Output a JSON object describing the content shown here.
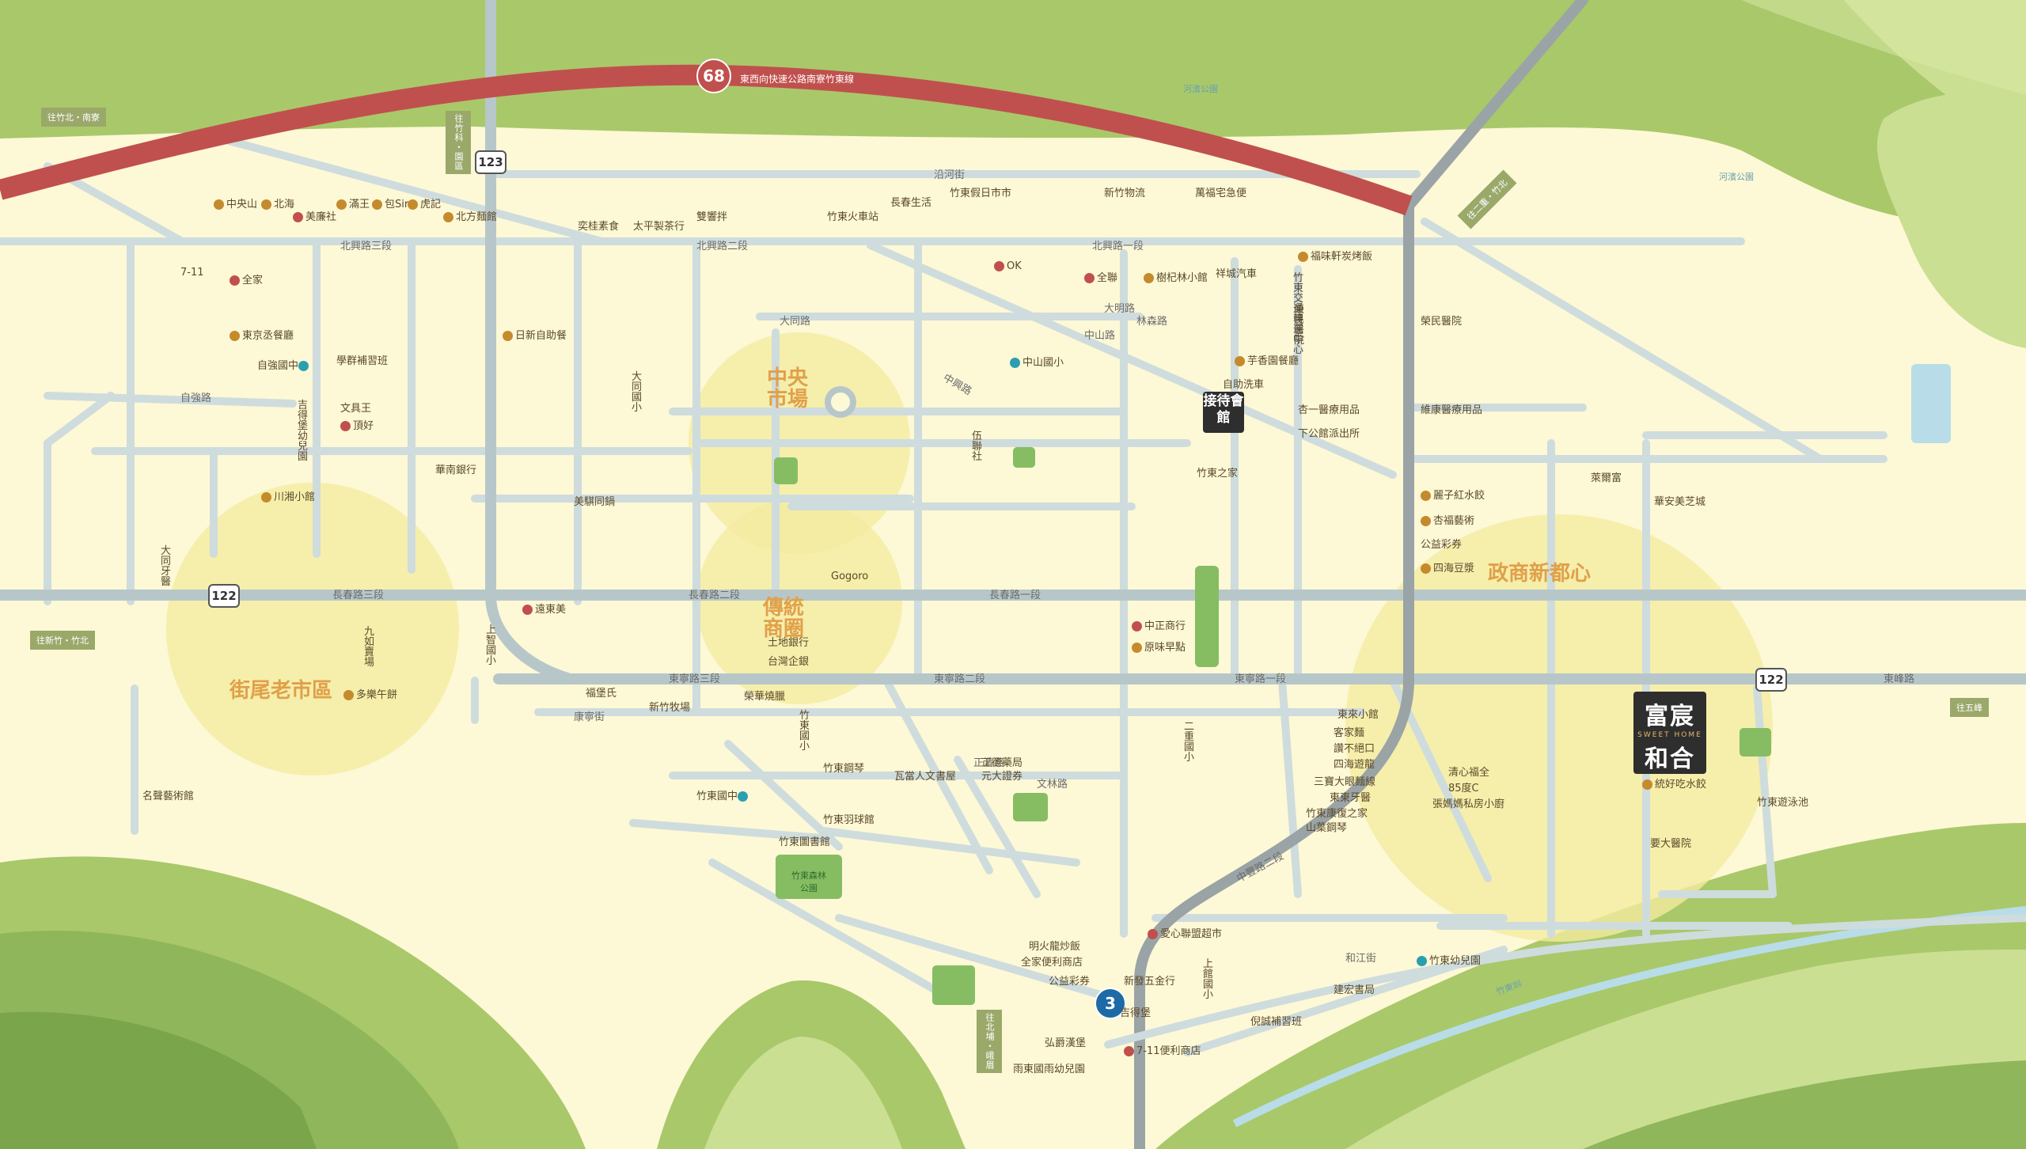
{
  "colors": {
    "background": "#fdf8d6",
    "mountain": "#a9c86a",
    "highway": "#c0504d",
    "road": "#c9d6d8",
    "river": "#9fd0df",
    "zone": "#f4eba0",
    "brand": "#2e2e2e"
  },
  "highway": {
    "number_68": "68",
    "name_68": "東西向快速公路南寮竹東線",
    "number_3": "3",
    "number_122": "122",
    "number_123": "123"
  },
  "directions": {
    "left_top": "往竹北・南寮",
    "top_left": "往竹科・園區",
    "right_top": "往二重・竹北",
    "left_mid": "往新竹・竹北",
    "right_mid": "往五峰",
    "bottom": "往北埔・峨眉"
  },
  "zones": {
    "central_market": "中央市場",
    "traditional": "傳統商圈",
    "old_street": "街尾老市區",
    "govt_center": "政商新都心"
  },
  "landmarks": {
    "reception": "接待會館",
    "brand_top": "富宸",
    "brand_mid": "SWEET HOME",
    "brand_bottom": "和合",
    "river": "河濱公園",
    "river_right": "河濱公園",
    "canal": "竹東圳"
  },
  "roads": {
    "beixing_1": "北興路一段",
    "beixing_2": "北興路二段",
    "beixing_3": "北興路三段",
    "changchun_1": "長春路一段",
    "changchun_2": "長春路二段",
    "changchun_3": "長春路三段",
    "dongning_1": "東寧路一段",
    "dongning_2": "東寧路二段",
    "dongning_3": "東寧路三段",
    "dongfeng": "東峰路",
    "zhonghe_2": "中豐路二段",
    "hejiang": "和江街",
    "yanhe": "沿河街",
    "datong": "大同路",
    "daming": "大明路",
    "zhongshan": "中山路",
    "linqi": "林森路",
    "zhongxing": "中興路",
    "zhengqing": "正清路",
    "changning": "康寧街",
    "wenlin": "文林路",
    "zhiyuan": "自強路"
  },
  "pois": {
    "p1": "中央山",
    "p2": "北海",
    "p3": "美廉社",
    "p4": "滿王",
    "p5": "包Sir",
    "p6": "虎記",
    "p7": "北方麵館",
    "p8": "奕桂素食",
    "p9": "太平製茶行",
    "p10": "竹東火車站",
    "p11": "雙響拌",
    "p12": "長春生活",
    "p13": "竹東假日市市",
    "p14": "新竹物流",
    "p15": "萬福宅急便",
    "p16": "全家",
    "p17": "7-11",
    "p18": "OK",
    "p19": "全聯",
    "p20": "樹杞林小館",
    "p21": "祥城汽車",
    "p22": "福味軒炭烤飯",
    "p23": "竹東交通轉運中心",
    "p24": "榮民醫院",
    "p25": "東京丞餐廳",
    "p26": "日新自助餐",
    "p27": "學群補習班",
    "p28": "自強國中",
    "p29": "吉得堡幼兒園",
    "p30": "頂好",
    "p31": "文具王",
    "p32": "大同國小",
    "p33": "中山國小",
    "p34": "芋香園餐廳",
    "p35": "自助洗車",
    "p36": "杏一醫療用品",
    "p37": "維康醫療用品",
    "p38": "下公館派出所",
    "p39": "中正商行",
    "p40": "原味早點",
    "p41": "華南銀行",
    "p42": "川湘小館",
    "p43": "美騏同鍋",
    "p44": "大同牙醫",
    "p45": "伍聯社",
    "p46": "遠東美",
    "p47": "九如賣場",
    "p48": "多樂午餅",
    "p49": "名聲藝術館",
    "p50": "竹東國中",
    "p51": "竹東圖書館",
    "p52": "竹東羽球館",
    "p53": "竹東森林公園",
    "p54": "瓦當人文書屋",
    "p55": "正德藥局",
    "p56": "元大證券",
    "p57": "愛心聯盟超市",
    "p58": "全家便利商店",
    "p59": "明火龍炒飯",
    "p60": "公益彩券",
    "p61": "新發五金行",
    "p62": "吉得堡",
    "p63": "弘爵漢堡",
    "p64": "7-11便利商店",
    "p65": "雨東國雨幼兒園",
    "p66": "竹東幼兒園",
    "p67": "建宏書局",
    "p68": "倪誠補習班",
    "p69": "要大醫院",
    "p70": "竹東遊泳池",
    "p71": "統好吃水餃",
    "p72": "清心福全",
    "p73": "85度C",
    "p74": "張媽媽私房小廚",
    "p75": "東東牙醫",
    "p76": "竹東康復之家",
    "p77": "山葉鋼琴",
    "p78": "三寶大眼麵線",
    "p79": "四海遊龍",
    "p80": "讚不絕口",
    "p81": "客家麵",
    "p82": "東來小館",
    "p83": "萊爾富",
    "p84": "華安美芝城",
    "p85": "麗子紅水餃",
    "p86": "杏福藝術",
    "p87": "公益彩券",
    "p88": "四海豆漿",
    "p89": "榮民醫院",
    "p90": "竹東之家",
    "p91": "Gogoro",
    "p92": "台灣企銀",
    "p93": "土地銀行",
    "p94": "新竹牧場",
    "p95": "福堡氏",
    "p96": "榮華燒臘",
    "p97": "竹東鋼琴",
    "p98": "竹東國小",
    "p99": "上智國小",
    "p100": "上館國小",
    "p101": "二重國小"
  }
}
